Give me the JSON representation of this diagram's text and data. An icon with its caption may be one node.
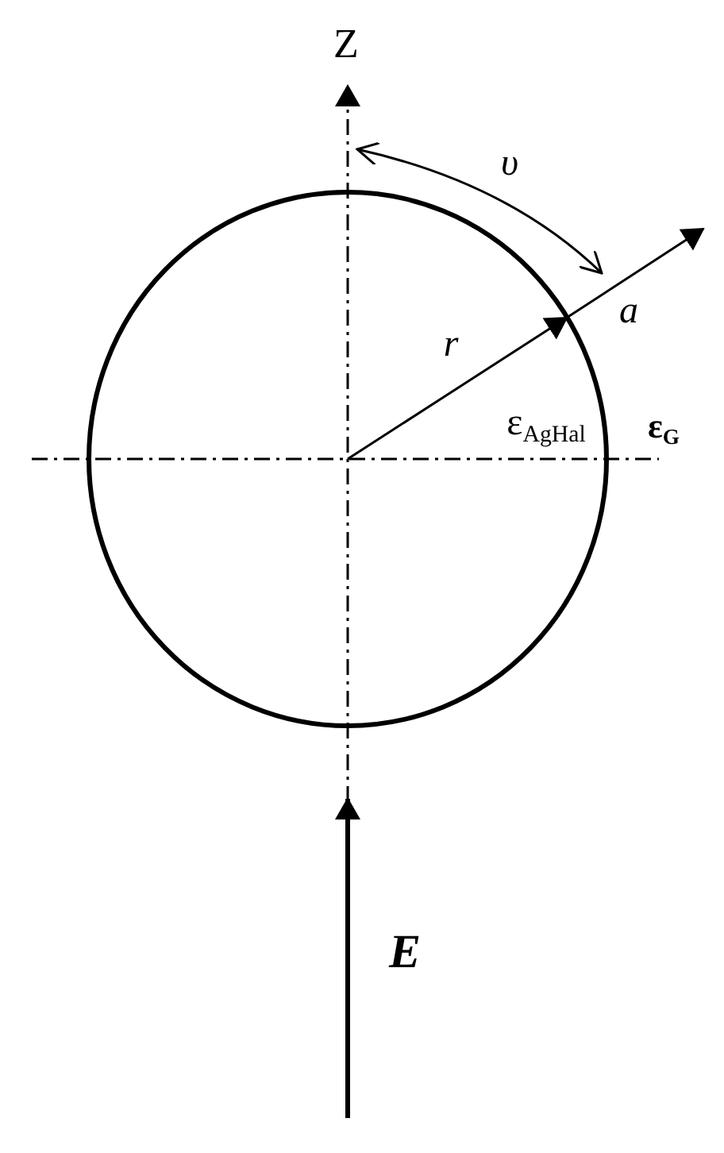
{
  "diagram": {
    "labels": [
      "Z",
      "υ",
      "r",
      "a",
      "ε$_{AgHal}$",
      "ε$_{G}$",
      "E"
    ]
  }
}
